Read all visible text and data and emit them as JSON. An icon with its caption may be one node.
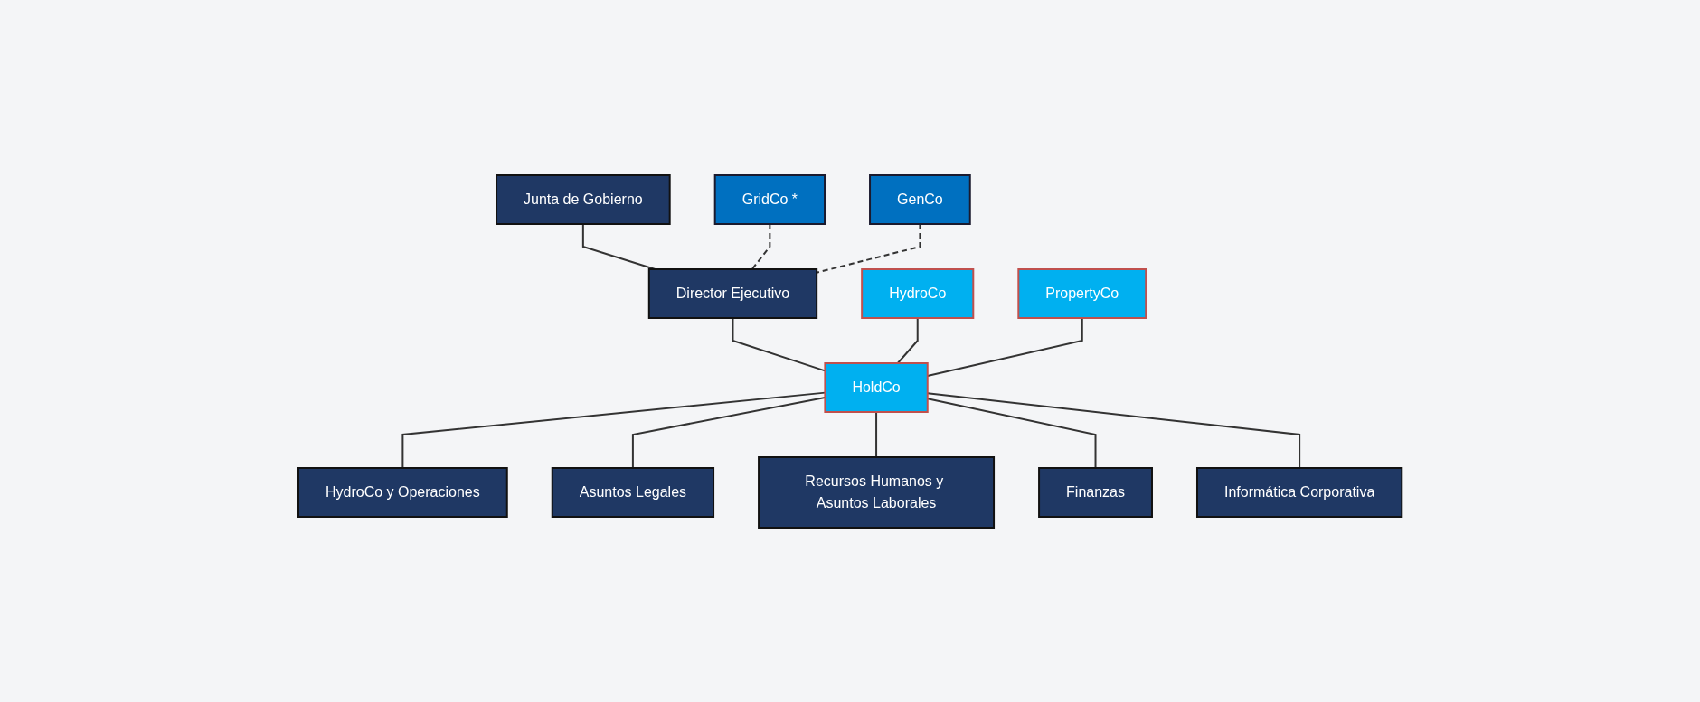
{
  "diagram": {
    "nodes": [
      {
        "text": [
          "Junta de Gobierno"
        ]
      },
      {
        "text": [
          "GridCo *"
        ]
      },
      {
        "text": [
          "Director Ejecutivo"
        ]
      },
      {
        "text": [
          "GenCo"
        ]
      },
      {
        "text": [
          "HydroCo"
        ]
      },
      {
        "text": [
          "HoldCo"
        ]
      },
      {
        "text": [
          "PropertyCo"
        ]
      },
      {
        "text": [
          "HydroCo y Operaciones"
        ]
      },
      {
        "text": [
          "Asuntos Legales"
        ]
      },
      {
        "text": [
          "Recursos Humanos y Asuntos Laborales"
        ]
      },
      {
        "text": [
          "Finanzas"
        ]
      },
      {
        "text": [
          "Informática Corporativa"
        ]
      }
    ],
    "edges": [
      {
        "from": 0,
        "to": 2,
        "arrow": "none"
      },
      {
        "from": 1,
        "to": 2,
        "arrow": "none",
        "style": "dashed"
      },
      {
        "from": 3,
        "to": 2,
        "arrow": "none",
        "style": "dashed"
      },
      {
        "from": 2,
        "to": 5,
        "arrow": "none"
      },
      {
        "from": 4,
        "to": 5,
        "arrow": "none"
      },
      {
        "from": 6,
        "to": 5,
        "arrow": "none"
      },
      {
        "from": 5,
        "to": 7,
        "arrow": "none"
      },
      {
        "from": 5,
        "to": 8,
        "arrow": "none"
      },
      {
        "from": 5,
        "to": 9,
        "arrow": "none"
      },
      {
        "from": 5,
        "to": 10,
        "arrow": "none"
      },
      {
        "from": 5,
        "to": 11,
        "arrow": "none"
      }
    ]
  }
}
